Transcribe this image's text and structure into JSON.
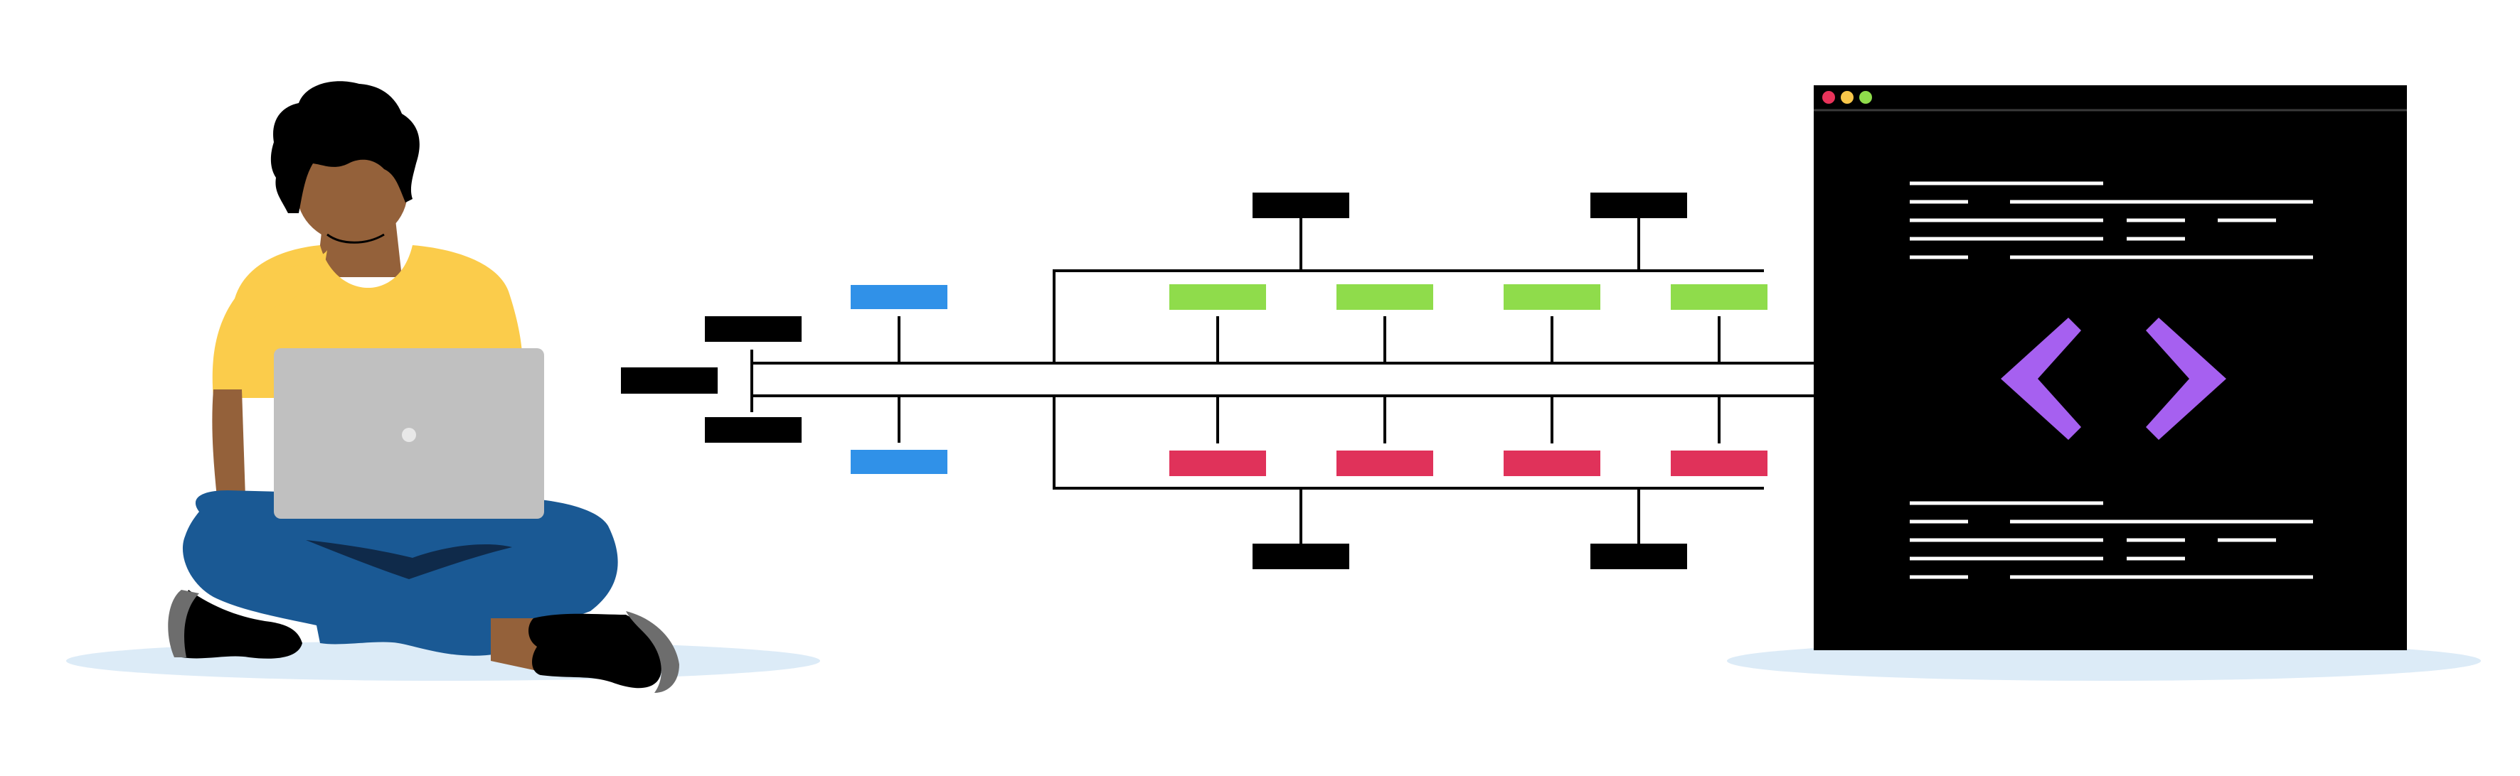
{
  "colors": {
    "background": "#ffffff",
    "ink": "#000000",
    "skin": "#94613a",
    "shirt": "#fbcc4b",
    "jeans": "#1a5994",
    "jeans_shadow": "#0f2a4a",
    "laptop": "#c0c0c0",
    "laptop_dot": "#e8e8e8",
    "shoe": "#000000",
    "sole": "#6d6d6d",
    "floor_shadow": "#dcebf7",
    "blue_block": "#3091e8",
    "green_block": "#8fdc4b",
    "red_block": "#e0325a",
    "editor_bg": "#000000",
    "editor_divider": "#3a3a3a",
    "window_red": "#e8335a",
    "window_yellow": "#f8c64a",
    "window_green": "#8fdc4b",
    "code_lines": "#ffffff",
    "brackets": "#a660f0"
  },
  "illustration": {
    "person": "person-sitting-with-laptop",
    "diagram": "branching-pipeline-diagram",
    "editor": "code-editor-window",
    "editor_icon": "code-brackets-icon"
  },
  "editor_window_controls": [
    "close",
    "minimize",
    "maximize"
  ]
}
